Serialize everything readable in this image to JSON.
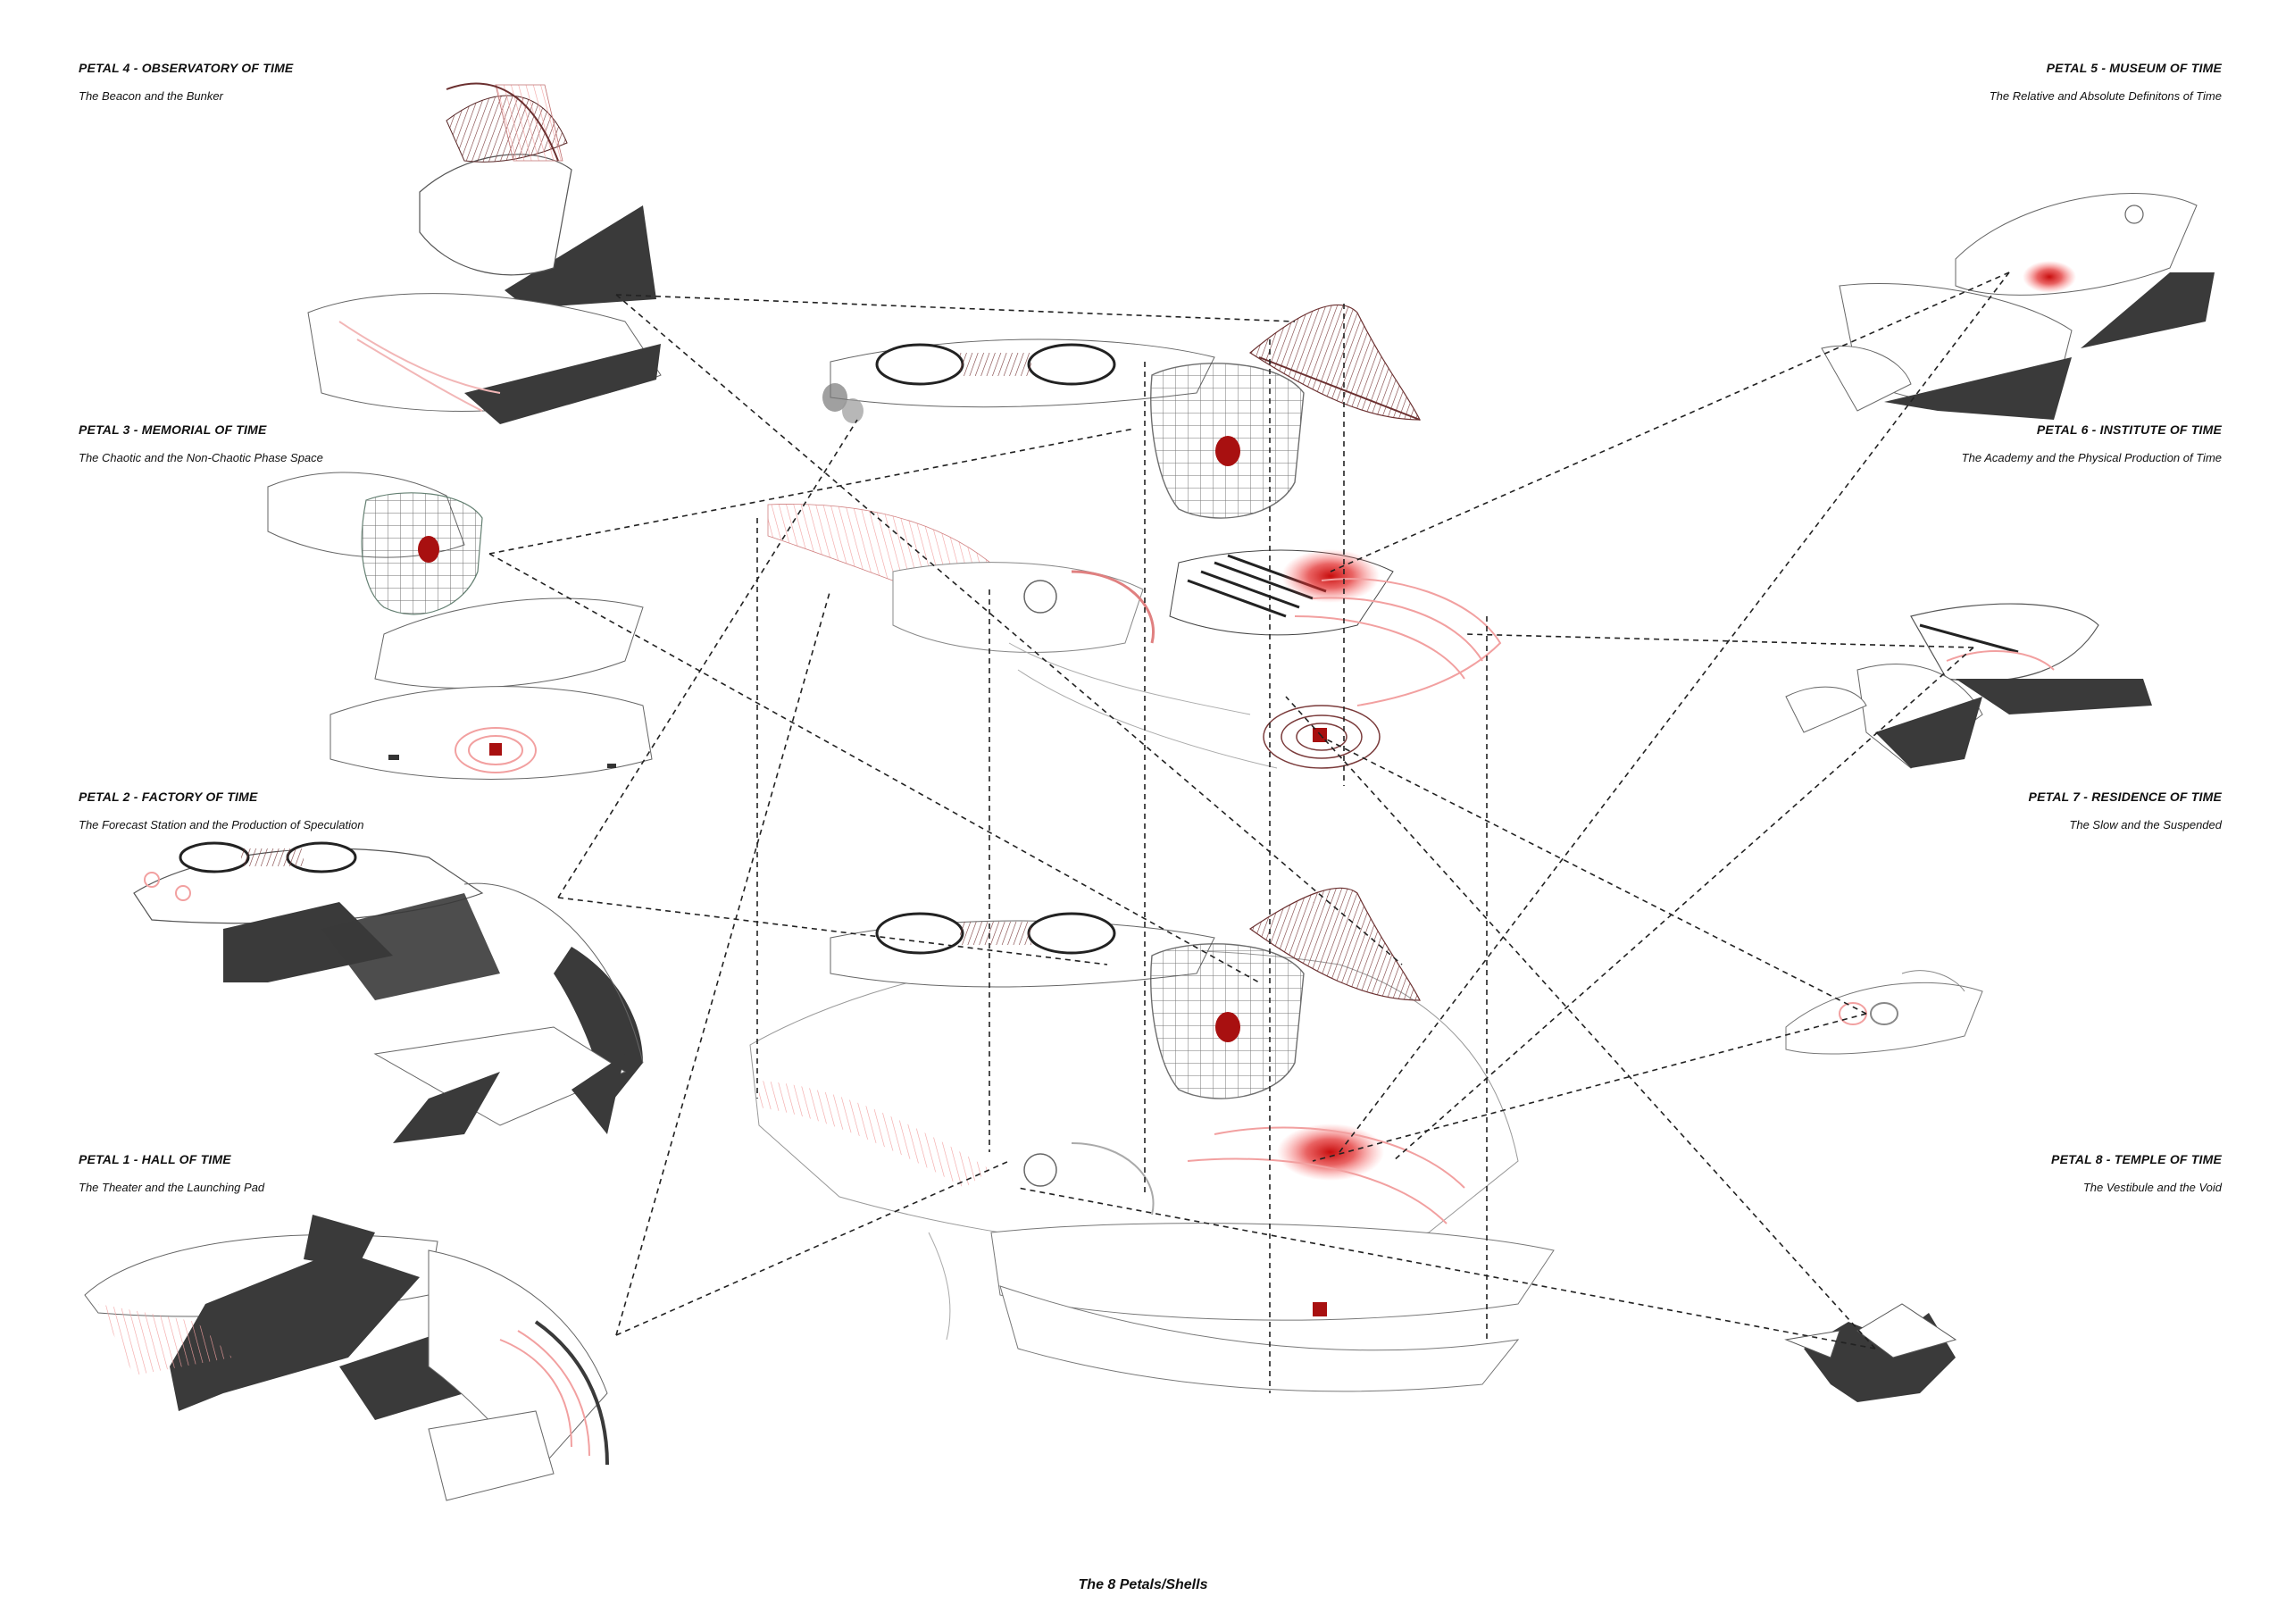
{
  "petals": {
    "p4": {
      "title": "PETAL 4 - OBSERVATORY OF TIME",
      "subtitle": "The Beacon and the Bunker"
    },
    "p3": {
      "title": "PETAL 3 -  MEMORIAL OF TIME",
      "subtitle": "The Chaotic and the Non-Chaotic Phase Space"
    },
    "p2": {
      "title": "PETAL 2 - FACTORY OF TIME",
      "subtitle": "The Forecast Station and the Production of Speculation"
    },
    "p1": {
      "title": "PETAL 1 - HALL OF TIME",
      "subtitle": "The Theater and the Launching Pad"
    },
    "p5": {
      "title": "PETAL 5 - MUSEUM OF TIME",
      "subtitle": "The Relative and Absolute Definitons of Time"
    },
    "p6": {
      "title": "PETAL 6 - INSTITUTE OF TIME",
      "subtitle": "The Academy and the Physical Production of Time"
    },
    "p7": {
      "title": "PETAL 7 - RESIDENCE OF TIME",
      "subtitle": "The Slow and the Suspended"
    },
    "p8": {
      "title": "PETAL 8 - TEMPLE OF TIME",
      "subtitle": "The Vestibule and the Void"
    }
  },
  "caption": "The 8 Petals/Shells",
  "colors": {
    "accent_red": "#d42a2a",
    "shadow": "#3a3a3a",
    "line": "#222222",
    "pink": "#f2b6b6"
  }
}
